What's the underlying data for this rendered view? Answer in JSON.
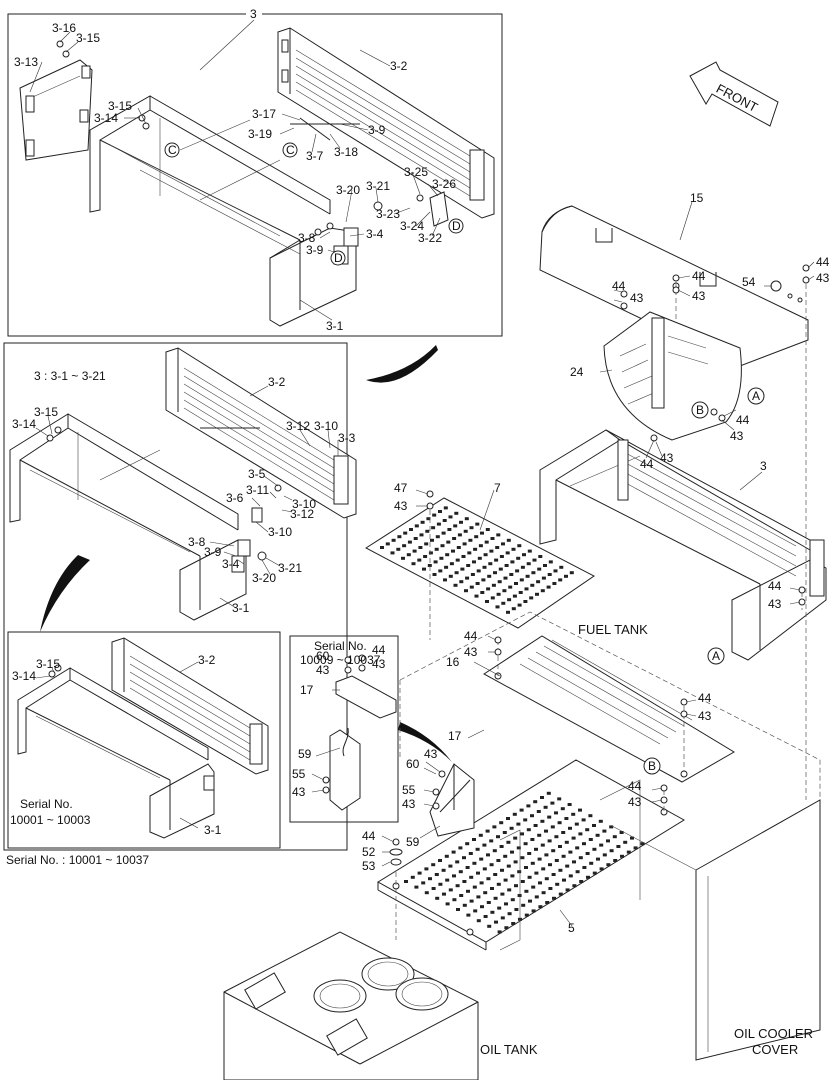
{
  "title": {
    "front": "FRONT",
    "serial_a_title": "Serial No.",
    "serial_a_range": "10009 ~ 10037",
    "serial_b_title": "Serial No.",
    "serial_b_range": "10001 ~ 10003",
    "serial_c": "Serial No. : 10001 ~ 10037",
    "group_note": "3 : 3-1 ~ 3-21",
    "fuel_tank": "FUEL TANK",
    "oil_tank": "OIL TANK",
    "oil_cooler_1": "OIL COOLER",
    "oil_cooler_2": "COVER"
  },
  "callouts": {
    "c": "C",
    "d": "D",
    "a": "A",
    "b": "B"
  },
  "labels": {
    "top3": "3",
    "l3_16": "3-16",
    "l3_15a": "3-15",
    "l3_13": "3-13",
    "l3_2a": "3-2",
    "l3_15b": "3-15",
    "l3_14a": "3-14",
    "l3_17": "3-17",
    "l3_9a": "3-9",
    "l3_19": "3-19",
    "l3_7": "3-7",
    "l3_18": "3-18",
    "l3_25": "3-25",
    "l3_20a": "3-20",
    "l3_21a": "3-21",
    "l3_26": "3-26",
    "l3_23": "3-23",
    "l3_24": "3-24",
    "l3_22": "3-22",
    "l3_8a": "3-8",
    "l3_4a": "3-4",
    "l3_9b": "3-9",
    "l3_1a": "3-1",
    "m3_2": "3-2",
    "m3_15": "3-15",
    "m3_14": "3-14",
    "m3_12a": "3-12",
    "m3_10a": "3-10",
    "m3_3": "3-3",
    "m3_5": "3-5",
    "m3_6": "3-6",
    "m3_11": "3-11",
    "m3_10b": "3-10",
    "m3_12b": "3-12",
    "m3_10c": "3-10",
    "m3_8": "3-8",
    "m3_9": "3-9",
    "m3_4": "3-4",
    "m3_20": "3-20",
    "m3_21": "3-21",
    "m3_1": "3-1",
    "s3_15": "3-15",
    "s3_2": "3-2",
    "s3_14": "3-14",
    "s3_1": "3-1",
    "r15": "15",
    "r44a": "44",
    "r44b": "44",
    "r43a": "43",
    "r43b": "43",
    "r54": "54",
    "r44c": "44",
    "r43c": "43",
    "r24": "24",
    "r44d": "44",
    "r43d": "43",
    "r44e": "44",
    "r43e": "43",
    "r3": "3",
    "r47": "47",
    "r43f": "43",
    "r7": "7",
    "r44f": "44",
    "r43g": "43",
    "r44g": "44",
    "r43h": "43",
    "r60a": "60",
    "r43i": "43",
    "r17a": "17",
    "r59a": "59",
    "r55a": "55",
    "r43j": "43",
    "r44h": "44",
    "r43k": "43",
    "r16": "16",
    "r17b": "17",
    "r44i": "44",
    "r43l": "43",
    "r43m": "43",
    "r60b": "60",
    "r55b": "55",
    "r43n": "43",
    "r59b": "59",
    "r44j": "44",
    "r43o": "43",
    "r44k": "44",
    "r52": "52",
    "r53": "53",
    "r5": "5"
  }
}
